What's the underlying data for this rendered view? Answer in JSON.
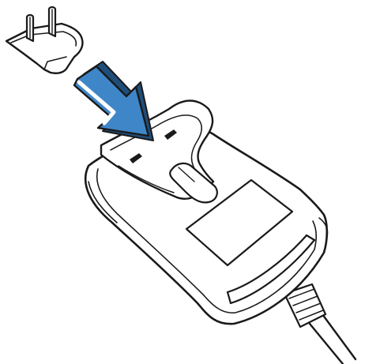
{
  "diagram": {
    "kind": "instruction-illustration",
    "parts": [
      {
        "name": "plug-adapter",
        "icon": "plug-icon"
      },
      {
        "name": "insert-arrow",
        "icon": "arrow-icon",
        "direction": "down-right"
      },
      {
        "name": "power-adapter",
        "icon": "power-adapter-icon"
      },
      {
        "name": "power-cable",
        "icon": "cable-icon"
      }
    ],
    "colors": {
      "line": "#1a1a1a",
      "background": "#ffffff",
      "arrow_fill": "#3f86c8",
      "arrow_shadow": "#1f4e7a",
      "arrow_highlight": "#ffffff"
    }
  }
}
